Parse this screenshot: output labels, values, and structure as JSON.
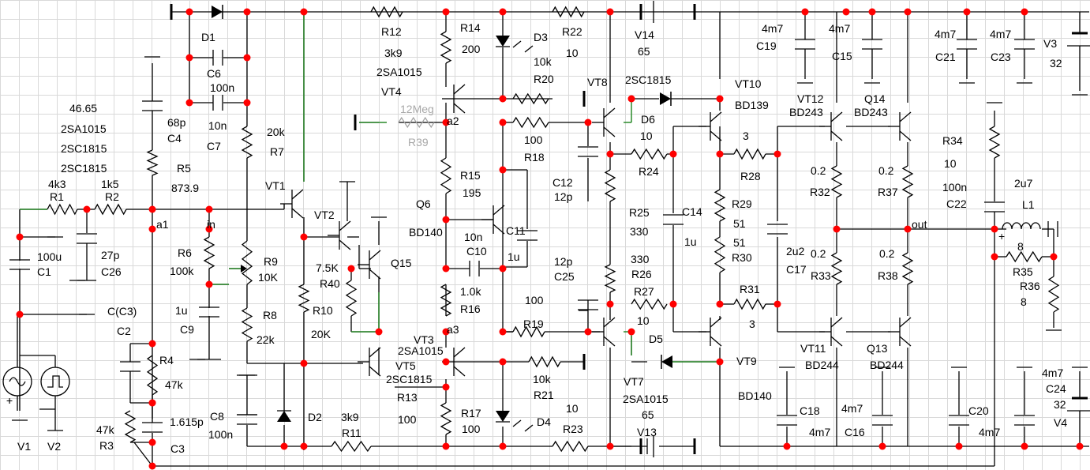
{
  "labels": [
    {
      "id": "d1",
      "text": "D1"
    },
    {
      "id": "c6",
      "text": "C6"
    },
    {
      "id": "c6v",
      "text": "100n"
    },
    {
      "id": "c7v",
      "text": "10n"
    },
    {
      "id": "c7",
      "text": "C7"
    },
    {
      "id": "r7v",
      "text": "20k"
    },
    {
      "id": "r7",
      "text": "R7"
    },
    {
      "id": "r12",
      "text": "R12"
    },
    {
      "id": "r12v",
      "text": "3k9"
    },
    {
      "id": "r12t",
      "text": "2SA1015"
    },
    {
      "id": "vt4",
      "text": "VT4"
    },
    {
      "id": "r14",
      "text": "R14"
    },
    {
      "id": "r14v",
      "text": "200"
    },
    {
      "id": "d3",
      "text": "D3"
    },
    {
      "id": "d3v",
      "text": "10k"
    },
    {
      "id": "r22",
      "text": "R22"
    },
    {
      "id": "r22v",
      "text": "10"
    },
    {
      "id": "r20",
      "text": "R20"
    },
    {
      "id": "v14",
      "text": "V14"
    },
    {
      "id": "v14v",
      "text": "65"
    },
    {
      "id": "vt8",
      "text": "VT8"
    },
    {
      "id": "vt8t",
      "text": "2SC1815"
    },
    {
      "id": "vt10",
      "text": "VT10"
    },
    {
      "id": "vt10t",
      "text": "BD139"
    },
    {
      "id": "c19v",
      "text": "4m7"
    },
    {
      "id": "c19",
      "text": "C19"
    },
    {
      "id": "c15v",
      "text": "4m7"
    },
    {
      "id": "c15",
      "text": "C15"
    },
    {
      "id": "vt12",
      "text": "VT12"
    },
    {
      "id": "vt12t",
      "text": "BD243"
    },
    {
      "id": "q14",
      "text": "Q14"
    },
    {
      "id": "q14t",
      "text": "BD243"
    },
    {
      "id": "c21v",
      "text": "4m7"
    },
    {
      "id": "c21",
      "text": "C21"
    },
    {
      "id": "c23v",
      "text": "4m7"
    },
    {
      "id": "c23",
      "text": "C23"
    },
    {
      "id": "v3",
      "text": "V3"
    },
    {
      "id": "v3v",
      "text": "32"
    },
    {
      "id": "n4665",
      "text": "46.65"
    },
    {
      "id": "t1",
      "text": "2SA1015"
    },
    {
      "id": "t2",
      "text": "2SC1815"
    },
    {
      "id": "t3",
      "text": "2SC1815"
    },
    {
      "id": "c4v",
      "text": "68p"
    },
    {
      "id": "c4",
      "text": "C4"
    },
    {
      "id": "r5",
      "text": "R5"
    },
    {
      "id": "r5v",
      "text": "873.9"
    },
    {
      "id": "r1v",
      "text": "4k3"
    },
    {
      "id": "r1",
      "text": "R1"
    },
    {
      "id": "r2v",
      "text": "1k5"
    },
    {
      "id": "r2",
      "text": "R2"
    },
    {
      "id": "vt1",
      "text": "VT1"
    },
    {
      "id": "vt2",
      "text": "VT2"
    },
    {
      "id": "a1",
      "text": "a1"
    },
    {
      "id": "in",
      "text": "in"
    },
    {
      "id": "r6",
      "text": "R6"
    },
    {
      "id": "r6v",
      "text": "100k"
    },
    {
      "id": "r9",
      "text": "R9"
    },
    {
      "id": "r9v",
      "text": "10K"
    },
    {
      "id": "c1v",
      "text": "100u"
    },
    {
      "id": "c1",
      "text": "C1"
    },
    {
      "id": "c26v",
      "text": "27p"
    },
    {
      "id": "c26",
      "text": "C26"
    },
    {
      "id": "r40v",
      "text": "7.5K"
    },
    {
      "id": "r40",
      "text": "R40"
    },
    {
      "id": "q15",
      "text": "Q15"
    },
    {
      "id": "r39v",
      "text": "12Meg"
    },
    {
      "id": "r39",
      "text": "R39"
    },
    {
      "id": "a2",
      "text": "a2"
    },
    {
      "id": "r18v",
      "text": "100"
    },
    {
      "id": "r18",
      "text": "R18"
    },
    {
      "id": "c12",
      "text": "C12"
    },
    {
      "id": "c12v",
      "text": "12p"
    },
    {
      "id": "d6",
      "text": "D6"
    },
    {
      "id": "r24v",
      "text": "10"
    },
    {
      "id": "r24",
      "text": "R24"
    },
    {
      "id": "r28v",
      "text": "3"
    },
    {
      "id": "r28",
      "text": "R28"
    },
    {
      "id": "r15",
      "text": "R15"
    },
    {
      "id": "r15v",
      "text": "195"
    },
    {
      "id": "q6",
      "text": "Q6"
    },
    {
      "id": "q6t",
      "text": "BD140"
    },
    {
      "id": "c10v",
      "text": "10n"
    },
    {
      "id": "c10",
      "text": "C10"
    },
    {
      "id": "c11",
      "text": "C11"
    },
    {
      "id": "c11v",
      "text": "1u"
    },
    {
      "id": "c25v",
      "text": "12p"
    },
    {
      "id": "c25",
      "text": "C25"
    },
    {
      "id": "r25",
      "text": "R25"
    },
    {
      "id": "r25v",
      "text": "330"
    },
    {
      "id": "c14",
      "text": "C14"
    },
    {
      "id": "c14v",
      "text": "1u"
    },
    {
      "id": "r29",
      "text": "R29"
    },
    {
      "id": "r29v",
      "text": "51"
    },
    {
      "id": "r30v",
      "text": "51"
    },
    {
      "id": "r30",
      "text": "R30"
    },
    {
      "id": "r32v",
      "text": "0.2"
    },
    {
      "id": "r32",
      "text": "R32"
    },
    {
      "id": "r37v",
      "text": "0.2"
    },
    {
      "id": "r37",
      "text": "R37"
    },
    {
      "id": "r34",
      "text": "R34"
    },
    {
      "id": "r34v",
      "text": "10"
    },
    {
      "id": "c22v",
      "text": "100n"
    },
    {
      "id": "c22",
      "text": "C22"
    },
    {
      "id": "l1v",
      "text": "2u7"
    },
    {
      "id": "l1",
      "text": "L1"
    },
    {
      "id": "out",
      "text": "out"
    },
    {
      "id": "r35v",
      "text": "8"
    },
    {
      "id": "r35",
      "text": "R35"
    },
    {
      "id": "r36",
      "text": "R36"
    },
    {
      "id": "r36v",
      "text": "8"
    },
    {
      "id": "r26v",
      "text": "330"
    },
    {
      "id": "r26",
      "text": "R26"
    },
    {
      "id": "c17v",
      "text": "2u2"
    },
    {
      "id": "c17",
      "text": "C17"
    },
    {
      "id": "r33v",
      "text": "0.2"
    },
    {
      "id": "r33",
      "text": "R33"
    },
    {
      "id": "r38v",
      "text": "0.2"
    },
    {
      "id": "r38",
      "text": "R38"
    },
    {
      "id": "c2x",
      "text": "C(C3)"
    },
    {
      "id": "c2",
      "text": "C2"
    },
    {
      "id": "r4",
      "text": "R4"
    },
    {
      "id": "r4v",
      "text": "47k"
    },
    {
      "id": "c9v",
      "text": "1u"
    },
    {
      "id": "c9",
      "text": "C9"
    },
    {
      "id": "r8",
      "text": "R8"
    },
    {
      "id": "r8v",
      "text": "22k"
    },
    {
      "id": "r10",
      "text": "R10"
    },
    {
      "id": "r10v",
      "text": "20K"
    },
    {
      "id": "r16v",
      "text": "1.0k"
    },
    {
      "id": "r16",
      "text": "R16"
    },
    {
      "id": "r19v",
      "text": "100"
    },
    {
      "id": "r19",
      "text": "R19"
    },
    {
      "id": "a3",
      "text": "a3"
    },
    {
      "id": "vt3",
      "text": "VT3"
    },
    {
      "id": "vt3t",
      "text": "2SA1015"
    },
    {
      "id": "vt5",
      "text": "VT5"
    },
    {
      "id": "vt5t",
      "text": "2SC1815"
    },
    {
      "id": "r27",
      "text": "R27"
    },
    {
      "id": "r27v",
      "text": "10"
    },
    {
      "id": "r31",
      "text": "R31"
    },
    {
      "id": "r31v",
      "text": "3"
    },
    {
      "id": "d5",
      "text": "D5"
    },
    {
      "id": "vt9",
      "text": "VT9"
    },
    {
      "id": "vt11",
      "text": "VT11"
    },
    {
      "id": "vt11t",
      "text": "BD244"
    },
    {
      "id": "q13",
      "text": "Q13"
    },
    {
      "id": "q13t",
      "text": "BD244"
    },
    {
      "id": "r13",
      "text": "R13"
    },
    {
      "id": "r13v",
      "text": "100"
    },
    {
      "id": "r21v",
      "text": "10k"
    },
    {
      "id": "r21",
      "text": "R21"
    },
    {
      "id": "r23v",
      "text": "10"
    },
    {
      "id": "r23",
      "text": "R23"
    },
    {
      "id": "vt7",
      "text": "VT7"
    },
    {
      "id": "vt7t",
      "text": "2SA1015"
    },
    {
      "id": "v13v",
      "text": "65"
    },
    {
      "id": "v13",
      "text": "V13"
    },
    {
      "id": "bd140b",
      "text": "BD140"
    },
    {
      "id": "c18",
      "text": "C18"
    },
    {
      "id": "c18v",
      "text": "4m7"
    },
    {
      "id": "c16v",
      "text": "4m7"
    },
    {
      "id": "c16",
      "text": "C16"
    },
    {
      "id": "c20",
      "text": "C20"
    },
    {
      "id": "c20v",
      "text": "4m7"
    },
    {
      "id": "c24v",
      "text": "4m7"
    },
    {
      "id": "c24",
      "text": "C24"
    },
    {
      "id": "v4v",
      "text": "32"
    },
    {
      "id": "v4",
      "text": "V4"
    },
    {
      "id": "r3v",
      "text": "47k"
    },
    {
      "id": "r3",
      "text": "R3"
    },
    {
      "id": "c3v",
      "text": "1.615p"
    },
    {
      "id": "c3",
      "text": "C3"
    },
    {
      "id": "c8",
      "text": "C8"
    },
    {
      "id": "c8v",
      "text": "100n"
    },
    {
      "id": "d2",
      "text": "D2"
    },
    {
      "id": "r11v",
      "text": "3k9"
    },
    {
      "id": "r11",
      "text": "R11"
    },
    {
      "id": "r17",
      "text": "R17"
    },
    {
      "id": "r17v",
      "text": "100"
    },
    {
      "id": "d4",
      "text": "D4"
    },
    {
      "id": "v1",
      "text": "V1"
    },
    {
      "id": "v2",
      "text": "V2"
    },
    {
      "id": "q15p",
      "text": "+"
    },
    {
      "id": "v1p",
      "text": "+"
    },
    {
      "id": "l1p",
      "text": "+"
    }
  ]
}
